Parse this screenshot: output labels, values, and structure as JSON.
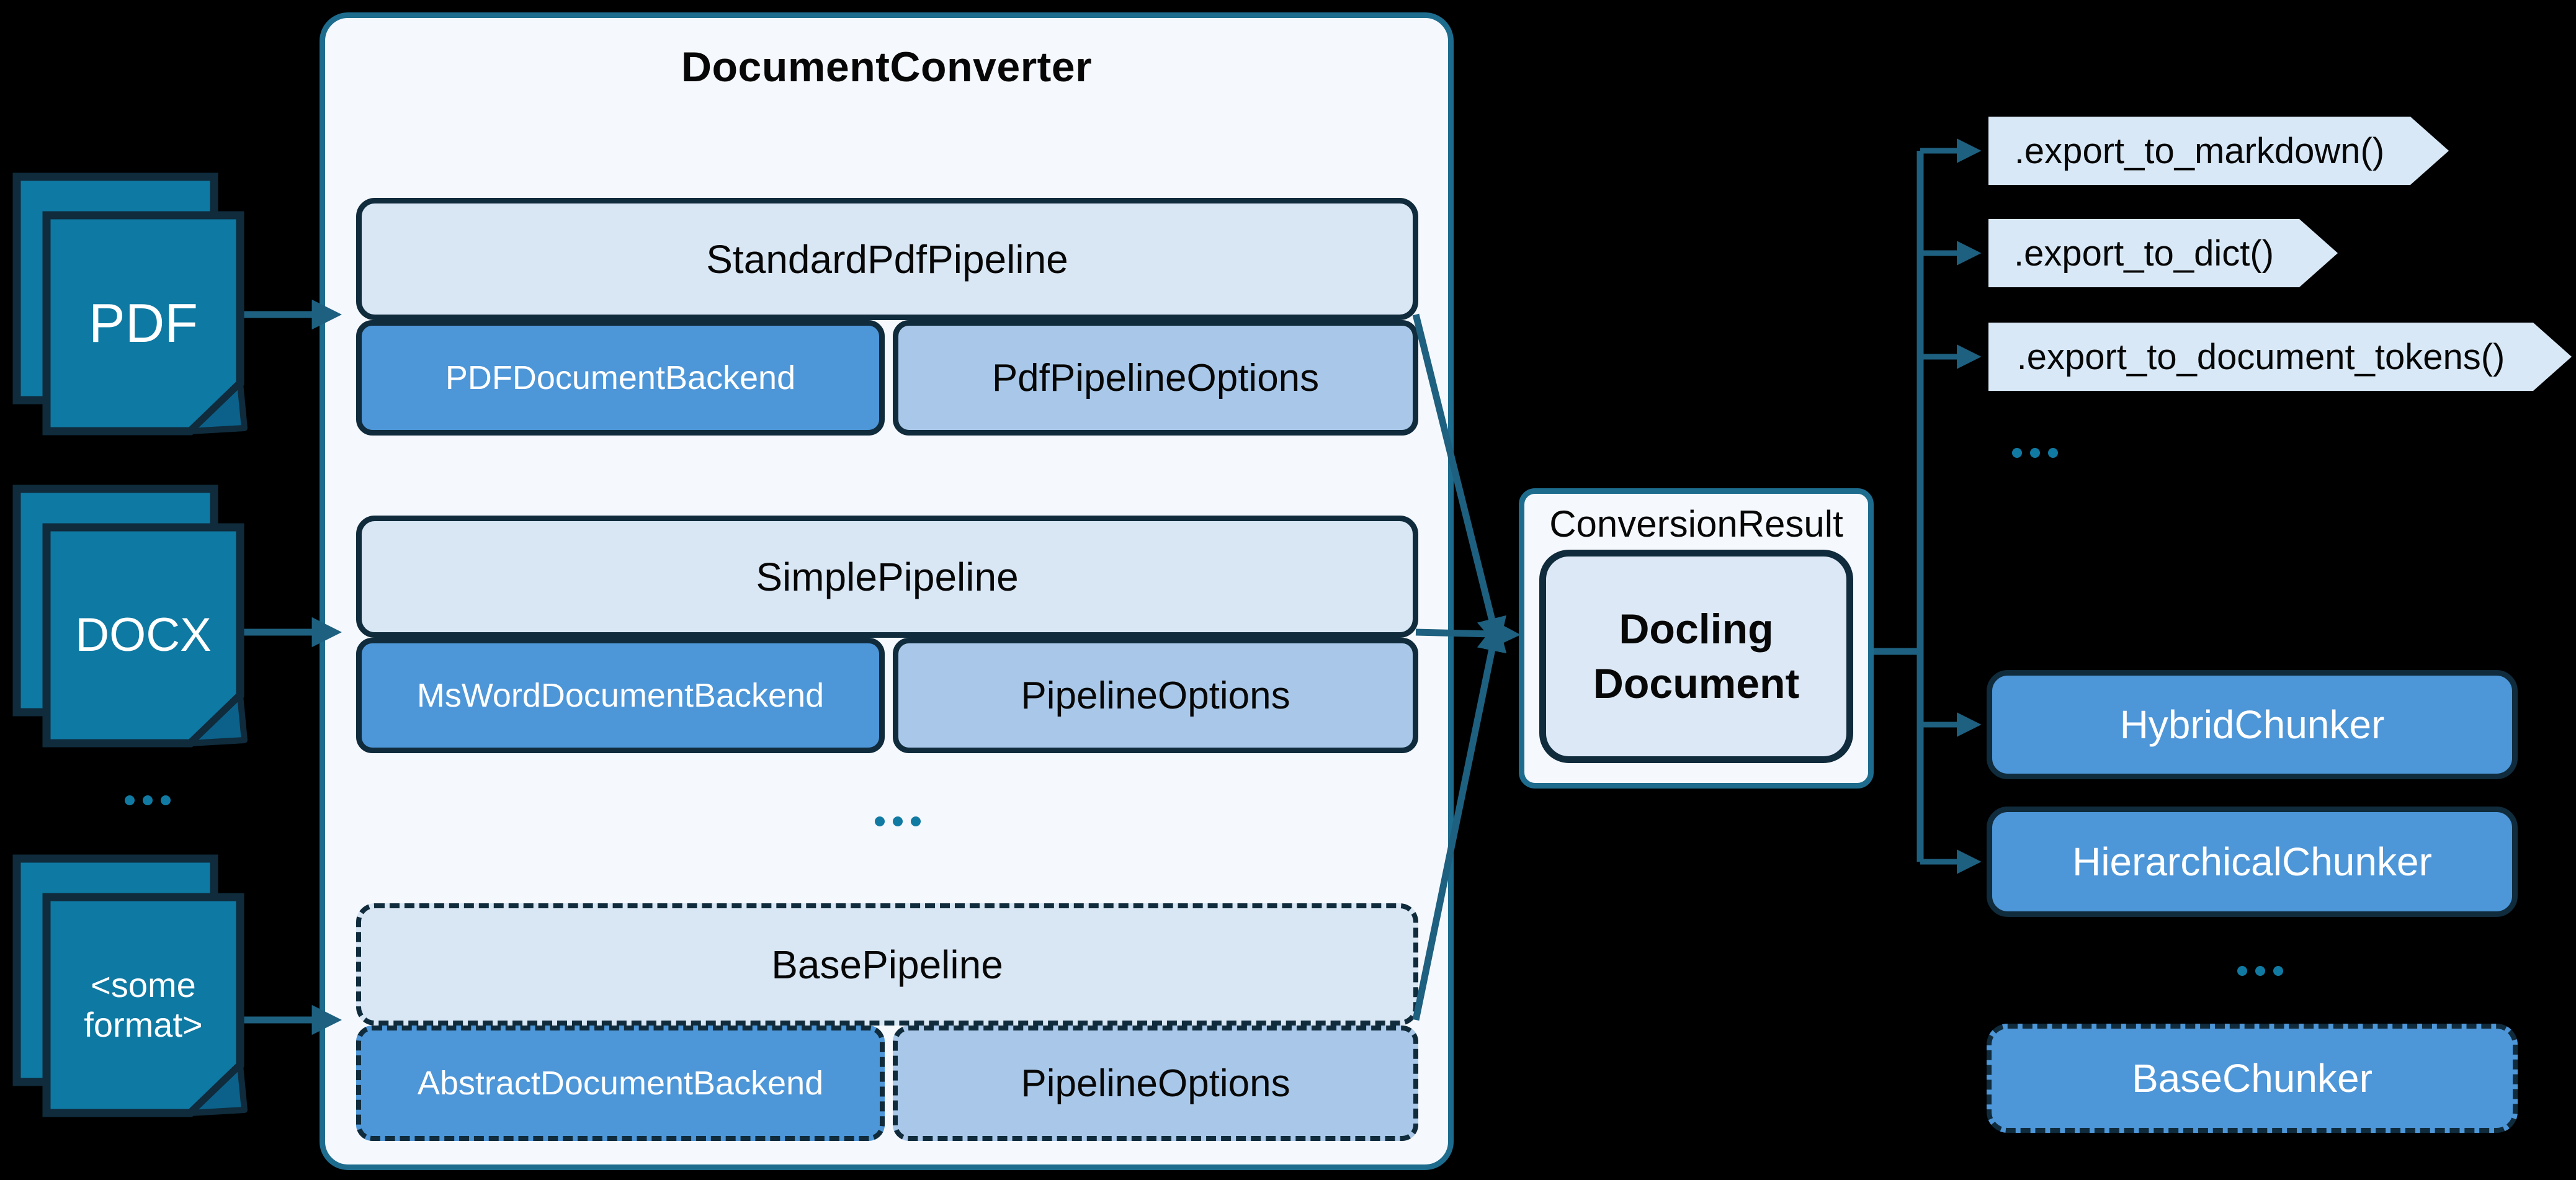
{
  "converter": {
    "title": "DocumentConverter",
    "groups": [
      {
        "pipeline": "StandardPdfPipeline",
        "backend": "PDFDocumentBackend",
        "options": "PdfPipelineOptions"
      },
      {
        "pipeline": "SimplePipeline",
        "backend": "MsWordDocumentBackend",
        "options": "PipelineOptions"
      },
      {
        "pipeline": "BasePipeline",
        "backend": "AbstractDocumentBackend",
        "options": "PipelineOptions"
      }
    ],
    "more_pipelines": "..."
  },
  "inputs": {
    "formats": [
      {
        "label": "PDF"
      },
      {
        "label": "DOCX"
      },
      {
        "label": "<some\nformat>"
      }
    ],
    "more_formats": "..."
  },
  "result": {
    "label": "ConversionResult",
    "document": "Docling\nDocument"
  },
  "exports": {
    "methods": [
      ".export_to_markdown()",
      ".export_to_dict()",
      ".export_to_document_tokens()"
    ],
    "more": "..."
  },
  "chunkers": {
    "items": [
      "HybridChunker",
      "HierarchicalChunker"
    ],
    "more": "...",
    "base": "BaseChunker"
  },
  "colors": {
    "background": "#000000",
    "container_fill": "#F5F8FD",
    "container_border": "#1D6C8E",
    "pipeline_fill": "#D9E6F4",
    "backend_fill": "#4D96D8",
    "options_fill": "#A9C8E9",
    "box_border": "#0F2B3C",
    "card_fill": "#0E79A3",
    "line": "#1E607F",
    "accent_dots": "#117AA3",
    "tag_fill": "#D9E8F6",
    "document_fill": "#DCE8F5"
  }
}
